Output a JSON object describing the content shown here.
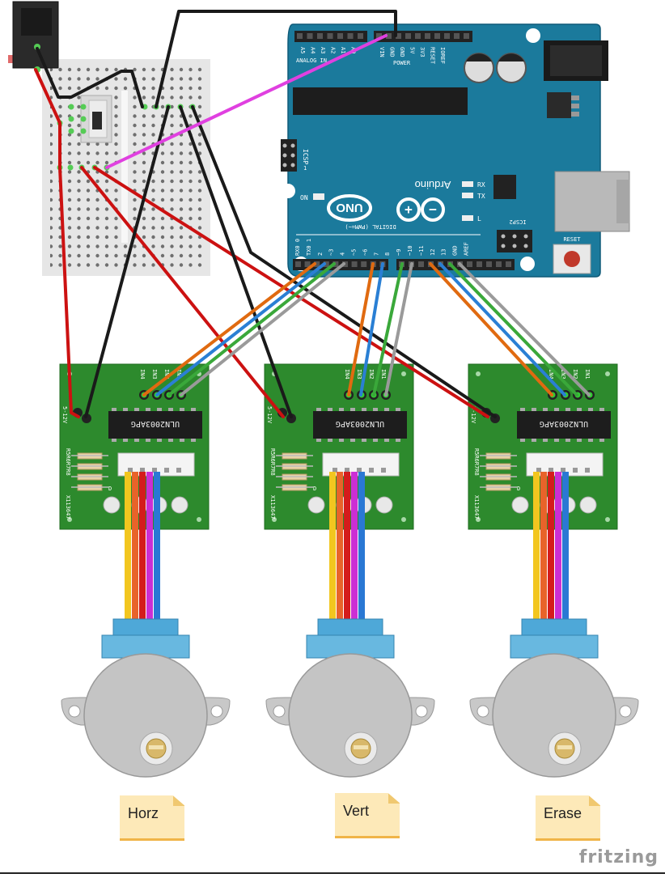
{
  "arduino": {
    "brand": "Arduino",
    "model": "UNO",
    "analog_in": "ANALOG IN",
    "analog_pins": [
      "A5",
      "A4",
      "A3",
      "A2",
      "A1",
      "A0"
    ],
    "power_header": "POWER",
    "power_pins": [
      "VIN",
      "GND",
      "GND",
      "5V",
      "3V3",
      "RESET",
      "IOREF"
    ],
    "digital_header": "DIGITAL (PWM=~)",
    "digital_pins": [
      "RX0 0",
      "TX0 1",
      "2",
      "~3",
      "4",
      "~5",
      "~6",
      "7",
      "8",
      "~9",
      "~10",
      "~11",
      "12",
      "13",
      "GND",
      "AREF"
    ],
    "icsp": "ICSP",
    "icsp2": "ICSP2",
    "tx": "TX",
    "rx": "RX",
    "on": "ON",
    "l": "L",
    "reset_label": "RESET",
    "icsp_pin1": "1"
  },
  "drivers": [
    {
      "ic": "ULN2003APG",
      "voltage": "5-12V",
      "inputs": [
        "IN4",
        "IN3",
        "IN2",
        "IN1"
      ],
      "resistors": "R5R6R7R8",
      "serial": "X113647",
      "led_letter": "D"
    },
    {
      "ic": "ULN2003APG",
      "voltage": "5-12V",
      "inputs": [
        "IN4",
        "IN3",
        "IN2",
        "IN1"
      ],
      "resistors": "R5R6R7R8",
      "serial": "X113647",
      "led_letter": "D"
    },
    {
      "ic": "ULN2003APG",
      "voltage": "5-12V",
      "inputs": [
        "IN4",
        "IN3",
        "IN2",
        "IN1"
      ],
      "resistors": "R5R6R7R8",
      "serial": "X113647",
      "led_letter": "D"
    }
  ],
  "motors": [
    {
      "label": "Horz"
    },
    {
      "label": "Vert"
    },
    {
      "label": "Erase"
    }
  ],
  "credit": "fritzing",
  "colors": {
    "arduino": "#1b7a9c",
    "driver_board": "#2d8a2d",
    "wire_red": "#cc1111",
    "wire_black": "#1a1a1a",
    "wire_orange": "#e06a10",
    "wire_blue": "#2a7fd4",
    "wire_green": "#3aa83a",
    "wire_gray": "#9a9a9a",
    "wire_magenta": "#e040e0",
    "note": "#fde9b8"
  }
}
